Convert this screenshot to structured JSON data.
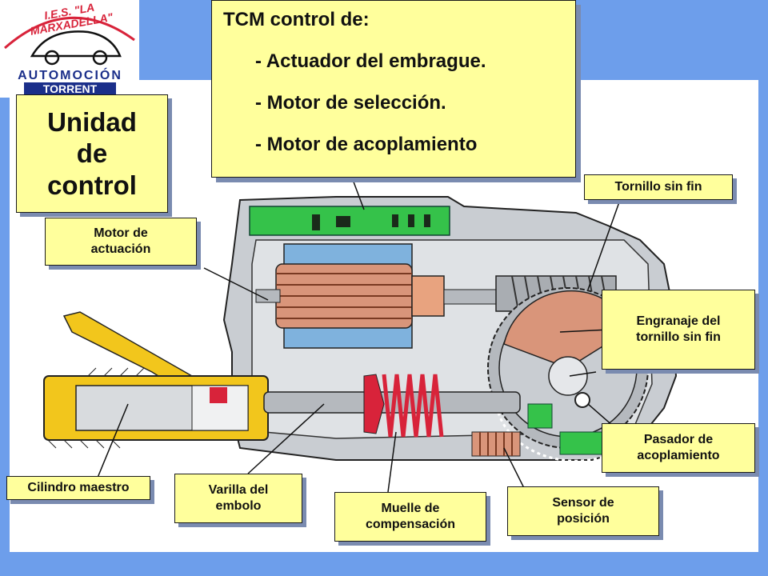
{
  "logo": {
    "line1": "I.E.S. \"LA MARXADELLA\"",
    "line2": "AUTOMOCIÓN",
    "line3": "TORRENT"
  },
  "tcm_box": {
    "title": "TCM control de:",
    "items": [
      "- Actuador del embrague.",
      "- Motor de selección.",
      "- Motor de acoplamiento"
    ]
  },
  "labels": {
    "unidad_control": "Unidad de control",
    "motor_actuacion": "Motor de actuación",
    "tornillo_sin_fin": "Tornillo sin fin",
    "engranaje": "Engranaje del tornillo sin fin",
    "pasador": "Pasador de acoplamiento",
    "cilindro": "Cilindro maestro",
    "varilla": "Varilla del embolo",
    "muelle": "Muelle de compensación",
    "sensor": "Sensor de posición"
  },
  "colors": {
    "background": "#6d9eeb",
    "label_fill": "#ffff9c",
    "housing": "#c9cdd2",
    "motor_copper": "#d9957a",
    "magnet_blue": "#7fb2dd",
    "circuit_green": "#35c24a",
    "spring_red": "#d8233a",
    "cylinder_yellow": "#f2c61c"
  }
}
